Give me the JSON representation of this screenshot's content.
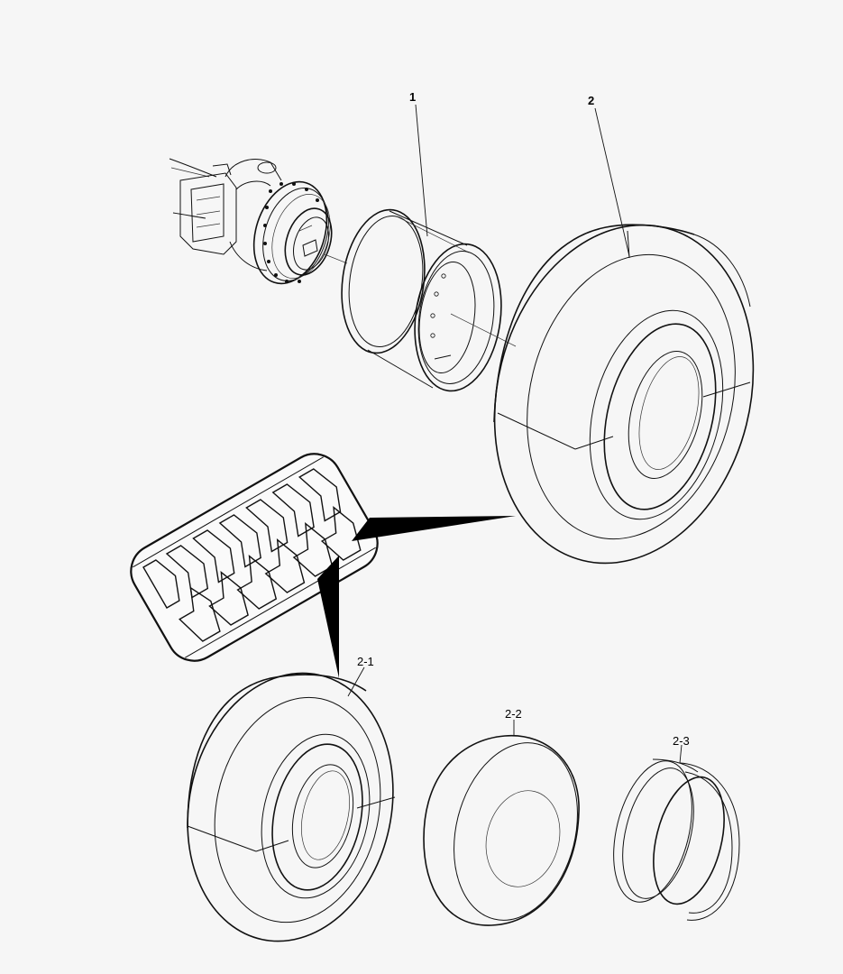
{
  "callouts": {
    "rim": "1",
    "tire_assembly": "2",
    "tire": "2-1",
    "tube": "2-2",
    "flap": "2-3"
  },
  "colors": {
    "background": "#f6f6f6",
    "line": "#111111",
    "pointer": "#000000"
  }
}
